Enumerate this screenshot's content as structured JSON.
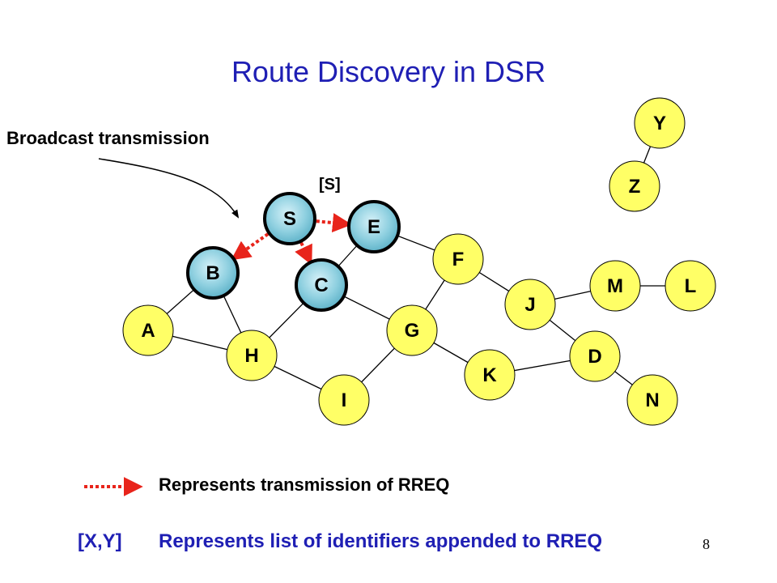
{
  "title": "Route Discovery in DSR",
  "callout_label": "Broadcast transmission",
  "packet_label": "[S]",
  "legend": {
    "arrow_text": "Represents transmission of RREQ",
    "list_key": "[X,Y]",
    "list_text": "Represents list of identifiers appended to RREQ"
  },
  "page_number": "8",
  "colors": {
    "title": "#1f1fb4",
    "node_fill": "#ffff66",
    "visited_fill": "#8fd0e0",
    "edge": "#000000",
    "rreq_arrow": "#e8241b"
  },
  "nodes": [
    {
      "id": "Y",
      "visited": false
    },
    {
      "id": "Z",
      "visited": false
    },
    {
      "id": "S",
      "visited": true
    },
    {
      "id": "E",
      "visited": true
    },
    {
      "id": "F",
      "visited": false
    },
    {
      "id": "B",
      "visited": true
    },
    {
      "id": "C",
      "visited": true
    },
    {
      "id": "M",
      "visited": false
    },
    {
      "id": "L",
      "visited": false
    },
    {
      "id": "J",
      "visited": false
    },
    {
      "id": "A",
      "visited": false
    },
    {
      "id": "G",
      "visited": false
    },
    {
      "id": "H",
      "visited": false
    },
    {
      "id": "D",
      "visited": false
    },
    {
      "id": "K",
      "visited": false
    },
    {
      "id": "I",
      "visited": false
    },
    {
      "id": "N",
      "visited": false
    }
  ],
  "edges": [
    [
      "Y",
      "Z"
    ],
    [
      "E",
      "F"
    ],
    [
      "E",
      "C"
    ],
    [
      "F",
      "G"
    ],
    [
      "F",
      "J"
    ],
    [
      "B",
      "A"
    ],
    [
      "B",
      "H"
    ],
    [
      "A",
      "H"
    ],
    [
      "H",
      "C"
    ],
    [
      "H",
      "I"
    ],
    [
      "C",
      "G"
    ],
    [
      "G",
      "I"
    ],
    [
      "G",
      "K"
    ],
    [
      "K",
      "D"
    ],
    [
      "J",
      "D"
    ],
    [
      "J",
      "M"
    ],
    [
      "M",
      "L"
    ],
    [
      "D",
      "N"
    ]
  ],
  "rreq_transmissions": [
    [
      "S",
      "E"
    ],
    [
      "S",
      "B"
    ],
    [
      "S",
      "C"
    ]
  ]
}
